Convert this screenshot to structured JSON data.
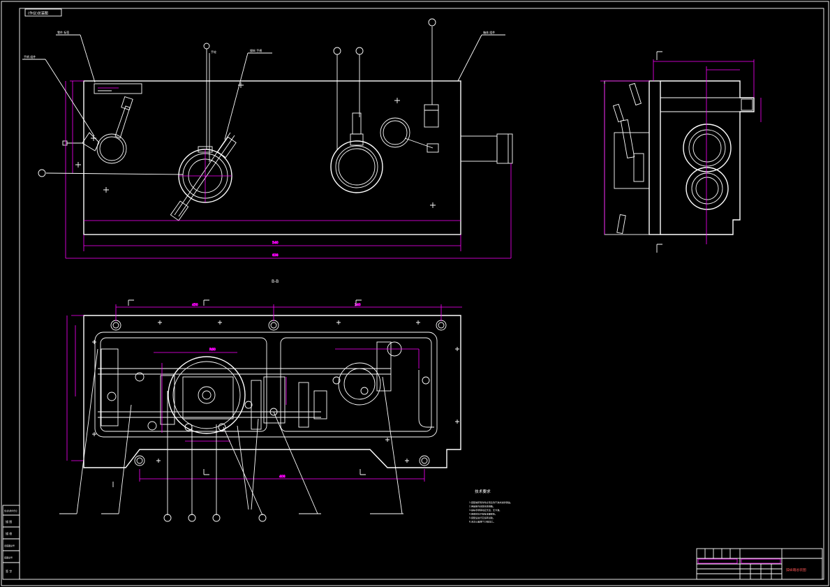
{
  "sheet": {
    "corner_tag": "(作业)总装图",
    "section_label": "B-B",
    "notes_title": "技术要求",
    "notes": [
      "1.装配前所有零件必须清洗干净并涂防锈油。",
      "2.各轴承内应填充润滑脂。",
      "3.操纵手柄转动应灵活，无卡滞。",
      "4.各密封处不得有渗漏现象。",
      "5.装配后进行空运转试验。",
      "6.未注公差按IT12级加工。"
    ]
  },
  "title_block": {
    "drawing_name": "操纵箱总装图"
  },
  "left_strip": {
    "cells": [
      "借(通)用件登记",
      "描 图",
      "描 校",
      "旧底图总号",
      "底图总号",
      "签 字"
    ]
  },
  "colors": {
    "background": "#000000",
    "outline": "#ffffff",
    "dimension": "#ff00ff",
    "annotation": "#ff5555"
  }
}
